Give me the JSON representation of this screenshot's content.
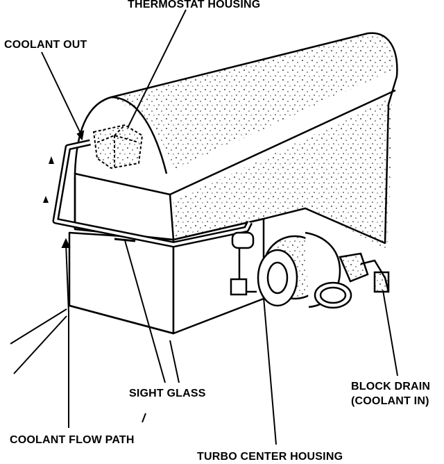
{
  "labels": {
    "thermostat_housing": "THERMOSTAT HOUSING",
    "coolant_out": "COOLANT OUT",
    "sight_glass": "SIGHT GLASS",
    "block_drain_line1": "BLOCK DRAIN",
    "block_drain_line2": "(COOLANT IN)",
    "coolant_flow_path": "COOLANT FLOW PATH",
    "turbo_center_housing": "TURBO CENTER HOUSING"
  },
  "colors": {
    "ink": "#000000",
    "paper": "#ffffff"
  }
}
